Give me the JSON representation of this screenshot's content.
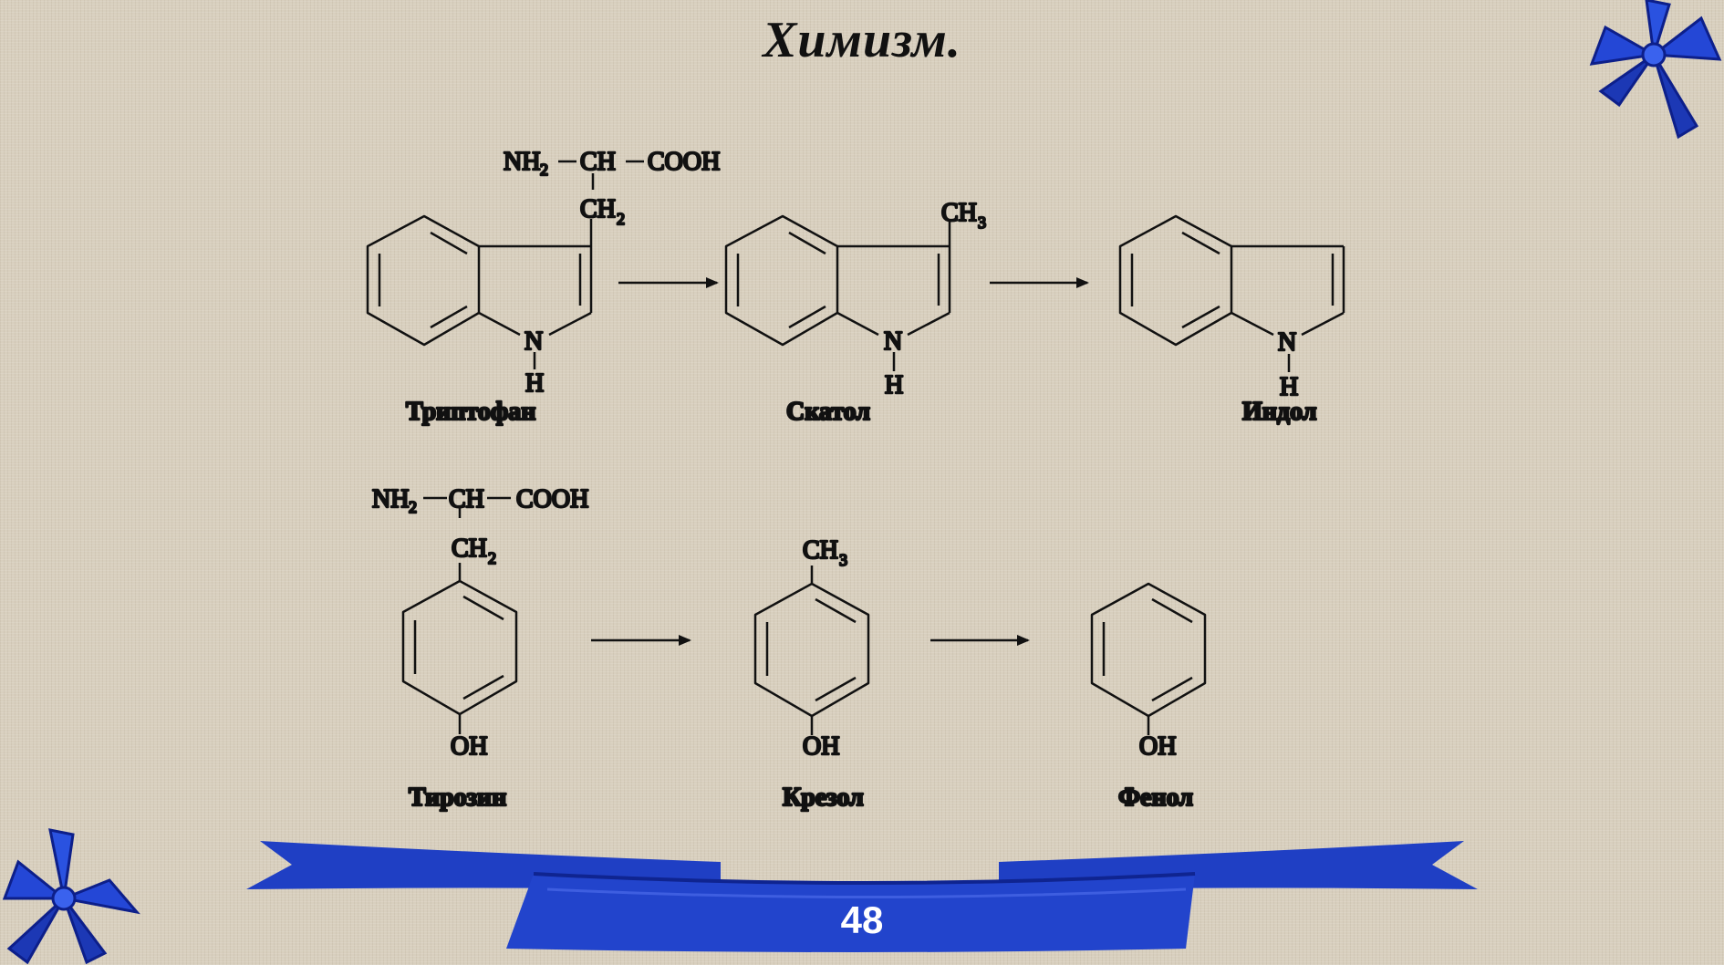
{
  "slide": {
    "title": "Химизм.",
    "page_number": "48"
  },
  "labels": {
    "nh2": "NH",
    "ch": "CH",
    "cooh": "COOH",
    "ch2": "CH",
    "ch3": "CH",
    "n": "N",
    "h": "H",
    "oh": "OH",
    "sub2": "2",
    "sub3": "3"
  },
  "compounds": {
    "tryptophan": "Триптофан",
    "skatole": "Скатол",
    "indole": "Индол",
    "tyrosine": "Тирозин",
    "cresol": "Крезол",
    "phenol": "Фенол"
  },
  "colors": {
    "ribbon": "#1f3fc4",
    "ribbon_dark": "#0f2490",
    "background": "#d8cfbe"
  }
}
